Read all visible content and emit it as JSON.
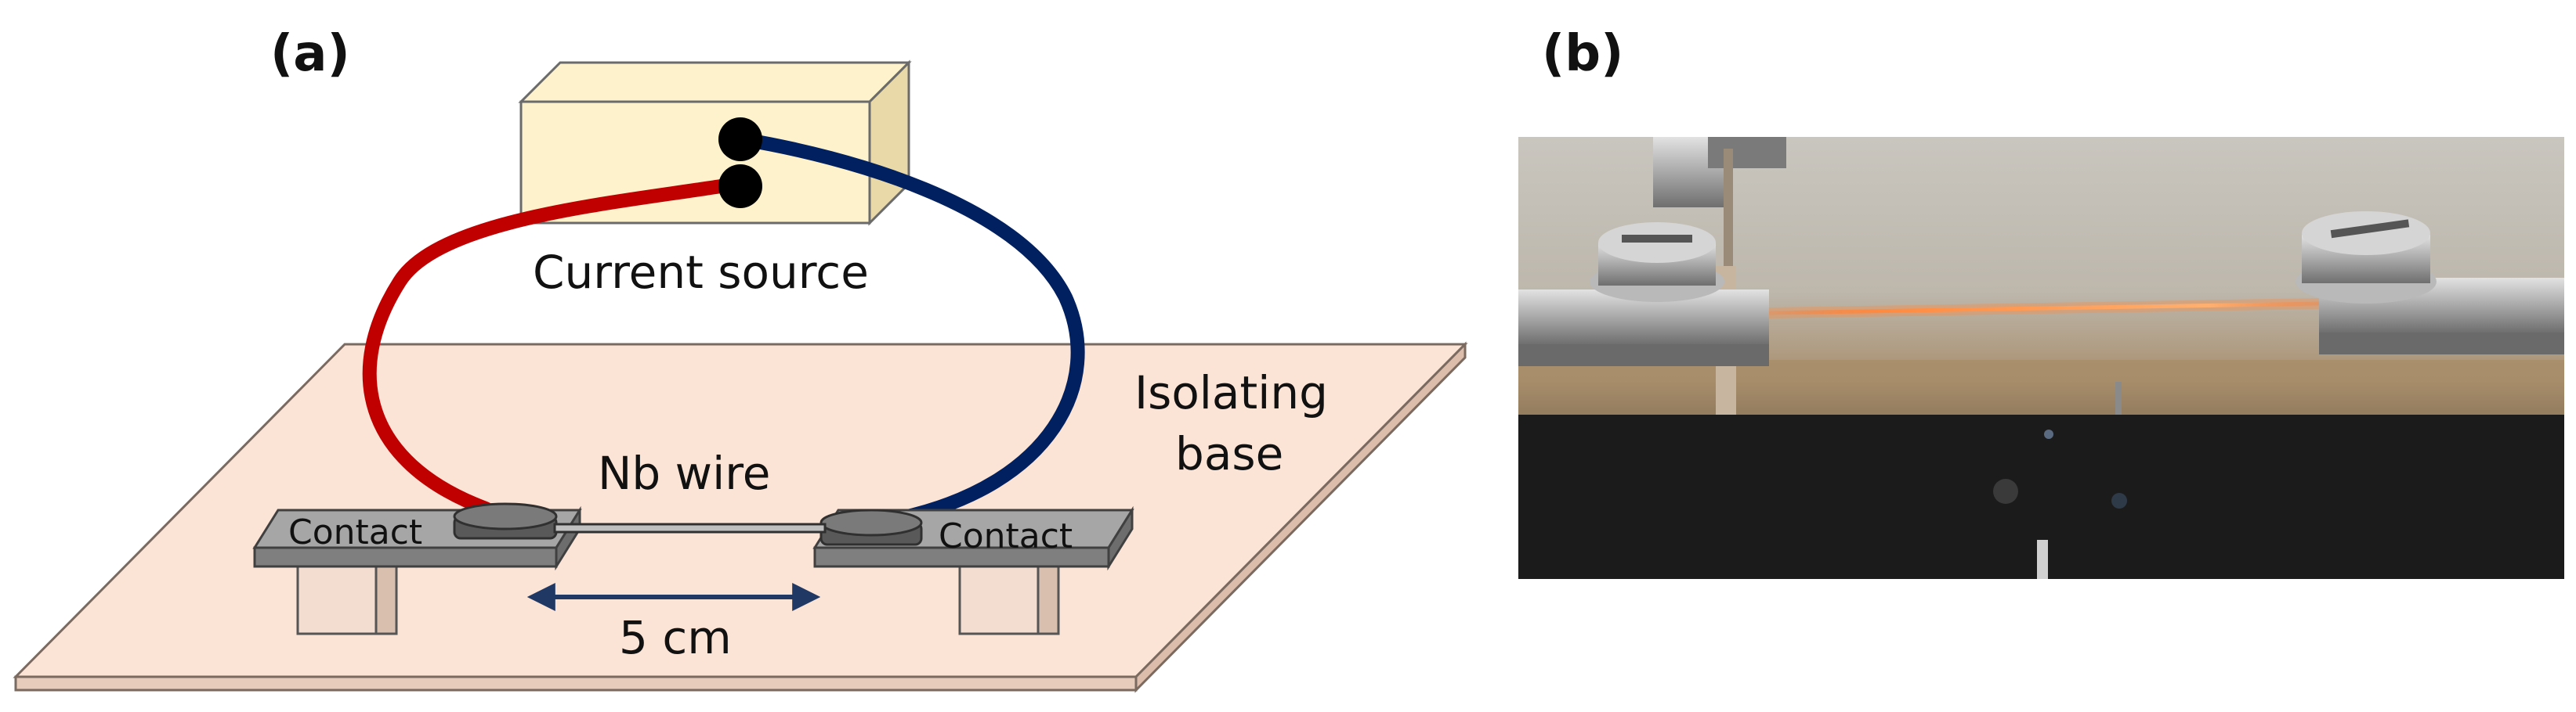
{
  "panel_a": {
    "label": "(a)",
    "source_label": "Current source",
    "base_label_line1": "Isolating",
    "base_label_line2": "base",
    "wire_label": "Nb wire",
    "contact_left_label": "Contact",
    "contact_right_label": "Contact",
    "length_label": "5 cm"
  },
  "panel_b": {
    "label": "(b)"
  },
  "colors": {
    "base_fill": "#fbe3d6",
    "source_fill": "#fdf2cc",
    "contact_fill": "#8c8c8c",
    "red_cable": "#c00000",
    "blue_cable": "#002060",
    "arrow": "#1f3864",
    "glow_wire": "#ff8a40"
  }
}
